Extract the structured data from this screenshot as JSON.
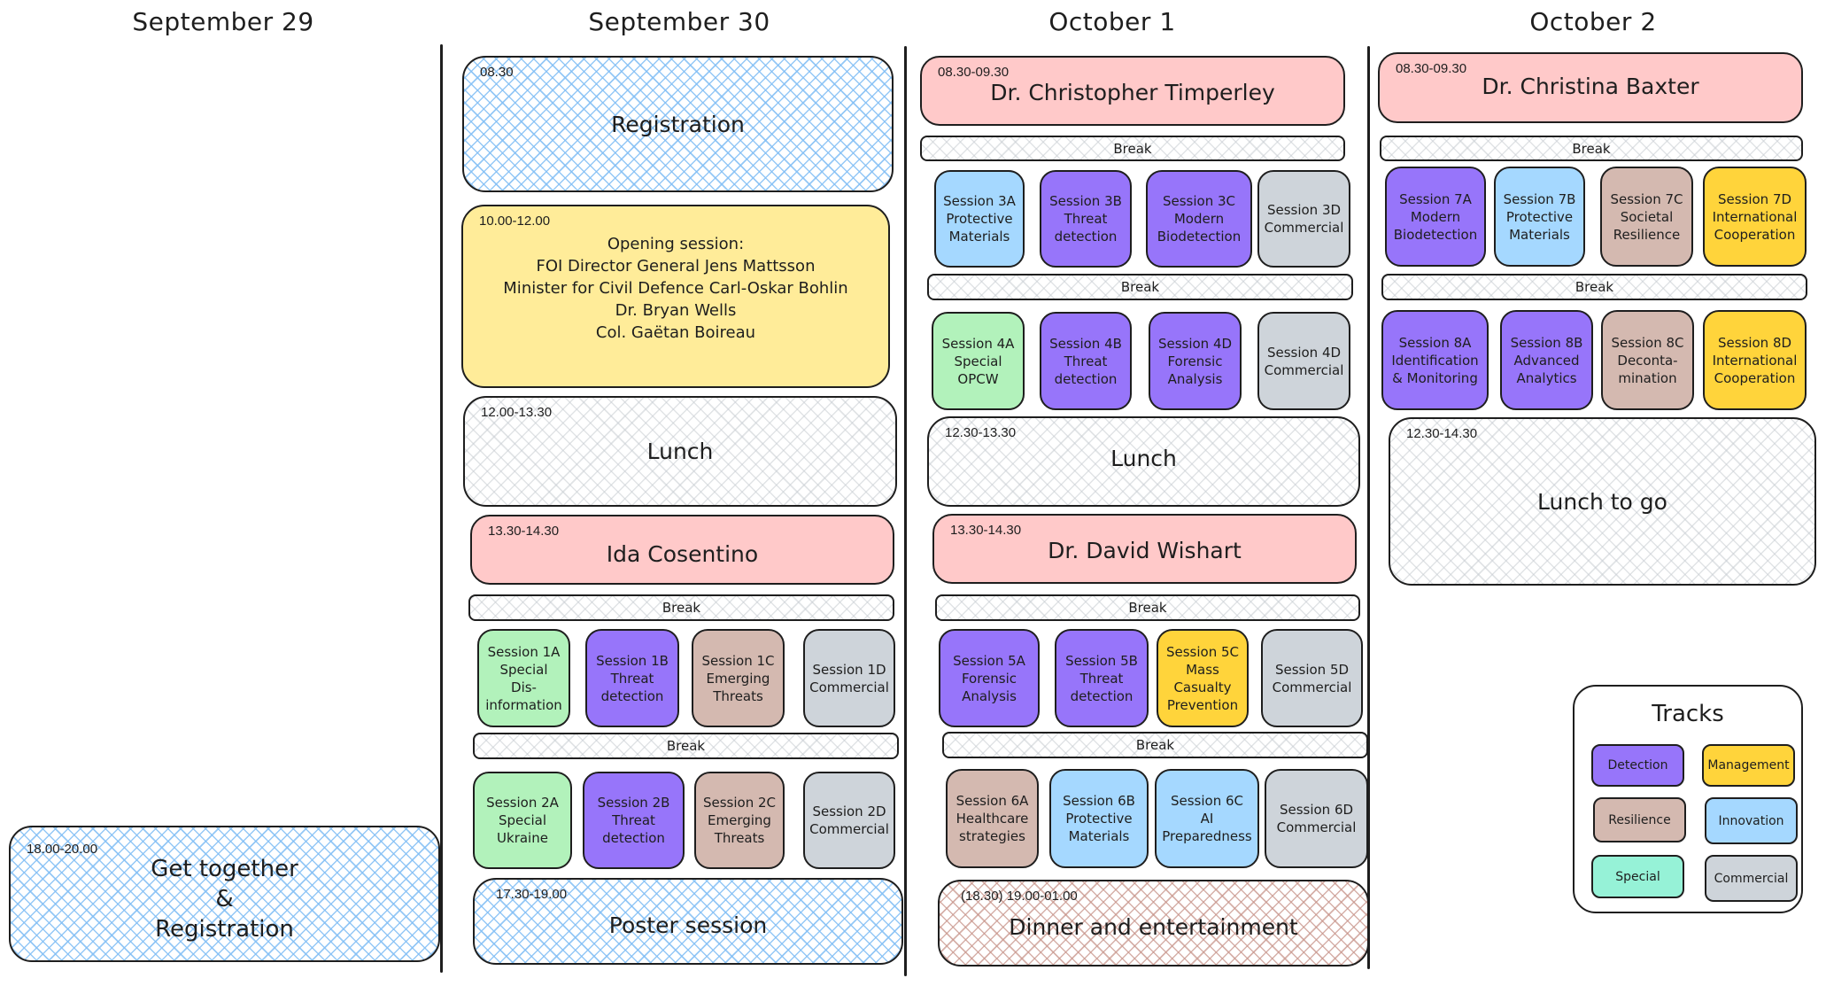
{
  "days": [
    {
      "label": "September 29"
    },
    {
      "label": "September 30"
    },
    {
      "label": "October 1"
    },
    {
      "label": "October 2"
    }
  ],
  "sep29": {
    "get_together": {
      "time": "18.00-20.00",
      "lines": [
        "Get together",
        "&",
        "Registration"
      ]
    }
  },
  "sep30": {
    "registration": {
      "time": "08.30",
      "title": "Registration"
    },
    "opening": {
      "time": "10.00-12.00",
      "lines": [
        "Opening session:",
        "FOI Director General Jens Mattsson",
        "Minister for Civil Defence Carl-Oskar Bohlin",
        "Dr. Bryan Wells",
        "Col. Gaëtan Boireau"
      ]
    },
    "lunch": {
      "time": "12.00-13.30",
      "title": "Lunch"
    },
    "keynote": {
      "time": "13.30-14.30",
      "title": "Ida Cosentino"
    },
    "break1": "Break",
    "sessions1": [
      {
        "lines": [
          "Session 1A",
          "Special",
          "Dis-",
          "information"
        ],
        "track": "Special"
      },
      {
        "lines": [
          "Session 1B",
          "Threat",
          "detection"
        ],
        "track": "Detection"
      },
      {
        "lines": [
          "Session 1C",
          "Emerging",
          "Threats"
        ],
        "track": "Resilience"
      },
      {
        "lines": [
          "Session 1D",
          "Commercial"
        ],
        "track": "Commercial"
      }
    ],
    "break2": "Break",
    "sessions2": [
      {
        "lines": [
          "Session 2A",
          "Special",
          "Ukraine"
        ],
        "track": "Special"
      },
      {
        "lines": [
          "Session 2B",
          "Threat",
          "detection"
        ],
        "track": "Detection"
      },
      {
        "lines": [
          "Session 2C",
          "Emerging",
          "Threats"
        ],
        "track": "Resilience"
      },
      {
        "lines": [
          "Session 2D",
          "Commercial"
        ],
        "track": "Commercial"
      }
    ],
    "poster": {
      "time": "17.30-19.00",
      "title": "Poster session"
    }
  },
  "oct1": {
    "keynote1": {
      "time": "08.30-09.30",
      "title": "Dr. Christopher Timperley"
    },
    "break1": "Break",
    "sessions3": [
      {
        "lines": [
          "Session 3A",
          "Protective",
          "Materials"
        ],
        "track": "Innovation"
      },
      {
        "lines": [
          "Session 3B",
          "Threat",
          "detection"
        ],
        "track": "Detection"
      },
      {
        "lines": [
          "Session 3C",
          "Modern",
          "Biodetection"
        ],
        "track": "Detection"
      },
      {
        "lines": [
          "Session 3D",
          "Commercial"
        ],
        "track": "Commercial"
      }
    ],
    "break2": "Break",
    "sessions4": [
      {
        "lines": [
          "Session 4A",
          "Special",
          "OPCW"
        ],
        "track": "Special"
      },
      {
        "lines": [
          "Session 4B",
          "Threat",
          "detection"
        ],
        "track": "Detection"
      },
      {
        "lines": [
          "Session 4D",
          "Forensic",
          "Analysis"
        ],
        "track": "Detection"
      },
      {
        "lines": [
          "Session 4D",
          "Commercial"
        ],
        "track": "Commercial"
      }
    ],
    "lunch": {
      "time": "12.30-13.30",
      "title": "Lunch"
    },
    "keynote2": {
      "time": "13.30-14.30",
      "title": "Dr. David Wishart"
    },
    "break3": "Break",
    "sessions5": [
      {
        "lines": [
          "Session 5A",
          "Forensic",
          "Analysis"
        ],
        "track": "Detection"
      },
      {
        "lines": [
          "Session 5B",
          "Threat",
          "detection"
        ],
        "track": "Detection"
      },
      {
        "lines": [
          "Session 5C",
          "Mass",
          "Casualty",
          "Prevention"
        ],
        "track": "Management"
      },
      {
        "lines": [
          "Session 5D",
          "Commercial"
        ],
        "track": "Commercial"
      }
    ],
    "break4": "Break",
    "sessions6": [
      {
        "lines": [
          "Session 6A",
          "Healthcare",
          "strategies"
        ],
        "track": "Resilience"
      },
      {
        "lines": [
          "Session 6B",
          "Protective",
          "Materials"
        ],
        "track": "Innovation"
      },
      {
        "lines": [
          "Session 6C",
          "AI",
          "Preparedness"
        ],
        "track": "Innovation"
      },
      {
        "lines": [
          "Session 6D",
          "Commercial"
        ],
        "track": "Commercial"
      }
    ],
    "dinner": {
      "time": "(18.30) 19.00-01.00",
      "title": "Dinner and entertainment"
    }
  },
  "oct2": {
    "keynote": {
      "time": "08.30-09.30",
      "title": "Dr. Christina Baxter"
    },
    "break1": "Break",
    "sessions7": [
      {
        "lines": [
          "Session 7A",
          "Modern",
          "Biodetection"
        ],
        "track": "Detection"
      },
      {
        "lines": [
          "Session 7B",
          "Protective",
          "Materials"
        ],
        "track": "Innovation"
      },
      {
        "lines": [
          "Session 7C",
          "Societal",
          "Resilience"
        ],
        "track": "Resilience"
      },
      {
        "lines": [
          "Session 7D",
          "International",
          "Cooperation"
        ],
        "track": "Management"
      }
    ],
    "break2": "Break",
    "sessions8": [
      {
        "lines": [
          "Session 8A",
          "Identification",
          "& Monitoring"
        ],
        "track": "Detection"
      },
      {
        "lines": [
          "Session 8B",
          "Advanced",
          "Analytics"
        ],
        "track": "Detection"
      },
      {
        "lines": [
          "Session 8C",
          "Deconta-",
          "mination"
        ],
        "track": "Resilience"
      },
      {
        "lines": [
          "Session 8D",
          "International",
          "Cooperation"
        ],
        "track": "Management"
      }
    ],
    "lunch": {
      "time": "12.30-14.30",
      "title": "Lunch to go"
    }
  },
  "legend": {
    "title": "Tracks",
    "items": [
      {
        "label": "Detection",
        "color": "#9775fa"
      },
      {
        "label": "Management",
        "color": "#ffd43b"
      },
      {
        "label": "Resilience",
        "color": "#d4b9b0"
      },
      {
        "label": "Innovation",
        "color": "#a5d8ff"
      },
      {
        "label": "Special",
        "color": "#96f2d7"
      },
      {
        "label": "Commercial",
        "color": "#ced4da"
      }
    ]
  }
}
